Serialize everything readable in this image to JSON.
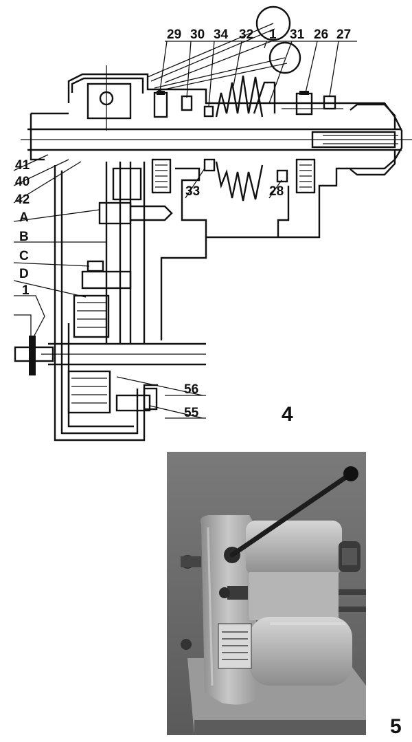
{
  "figure4": {
    "number": "4",
    "callouts_top": [
      "29",
      "30",
      "34",
      "32",
      "1",
      "31",
      "26",
      "27"
    ],
    "callouts_left": [
      "41",
      "40",
      "42",
      "A",
      "B",
      "C",
      "D",
      "1"
    ],
    "callouts_inner": [
      "33",
      "28"
    ],
    "callouts_bottom": [
      "56",
      "55"
    ]
  },
  "figure5": {
    "number": "5"
  }
}
